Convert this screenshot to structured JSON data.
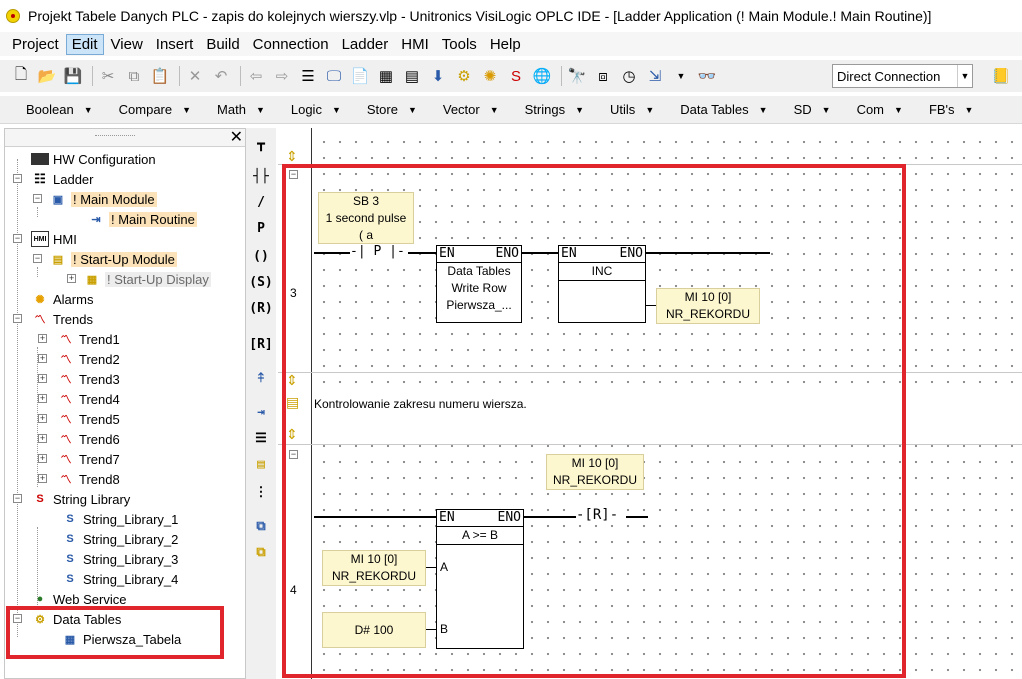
{
  "titlebar": {
    "title": "Projekt Tabele Danych PLC - zapis do kolejnych wierszy.vlp - Unitronics VisiLogic OPLC IDE - [Ladder Application (! Main Module.! Main Routine)]"
  },
  "menu": [
    "Project",
    "Edit",
    "View",
    "Insert",
    "Build",
    "Connection",
    "Ladder",
    "HMI",
    "Tools",
    "Help"
  ],
  "connection": {
    "value": "Direct Connection"
  },
  "element_toolbar": [
    "Boolean",
    "Compare",
    "Math",
    "Logic",
    "Store",
    "Vector",
    "Strings",
    "Utils",
    "Data Tables",
    "SD",
    "Com",
    "FB's"
  ],
  "tree": {
    "hw_config": "HW Configuration",
    "ladder": "Ladder",
    "main_module": "! Main Module",
    "main_routine": "! Main Routine",
    "hmi": "HMI",
    "startup_module": "! Start-Up Module",
    "startup_display": "! Start-Up Display",
    "alarms": "Alarms",
    "trends": "Trends",
    "trend_items": [
      "Trend1",
      "Trend2",
      "Trend3",
      "Trend4",
      "Trend5",
      "Trend6",
      "Trend7",
      "Trend8"
    ],
    "string_library": "String Library",
    "string_items": [
      "String_Library_1",
      "String_Library_2",
      "String_Library_3",
      "String_Library_4"
    ],
    "web_service": "Web Service",
    "data_tables": "Data Tables",
    "data_table_item": "Pierwsza_Tabela",
    "icon_hmi": "HMI"
  },
  "ladder": {
    "rung3": {
      "number": "3",
      "sb_operand": [
        "SB 3",
        "1 second pulse",
        "( a"
      ],
      "pulse_contact": "-| P |-",
      "fb1_en": "EN",
      "fb1_eno": "ENO",
      "fb1_lines": [
        "Data Tables",
        "Write Row",
        "Pierwsza_..."
      ],
      "fb2_en": "EN",
      "fb2_eno": "ENO",
      "fb2_name": "INC",
      "mi_operand": [
        "MI 10 [0]",
        "NR_REKORDU"
      ]
    },
    "comment": "Kontrolowanie zakresu numeru wiersza.",
    "rung4": {
      "number": "4",
      "coil_operand": [
        "MI 10 [0]",
        "NR_REKORDU"
      ],
      "coil": "-[R]-",
      "cmp_en": "EN",
      "cmp_eno": "ENO",
      "cmp_name": "A >= B",
      "pin_a": "A",
      "pin_b": "B",
      "op_a": [
        "MI 10 [0]",
        "NR_REKORDU"
      ],
      "op_b": "D# 100"
    }
  },
  "ladder_toolbar_glyphs": [
    "┬",
    "⊣⊢",
    "/",
    "P",
    "( )",
    "(S)",
    "(R)",
    "[R]"
  ],
  "colors": {
    "highlight_red": "#e0262c",
    "tree_highlight": "#fbe2b8",
    "operand_fill": "#fdf7d0"
  }
}
